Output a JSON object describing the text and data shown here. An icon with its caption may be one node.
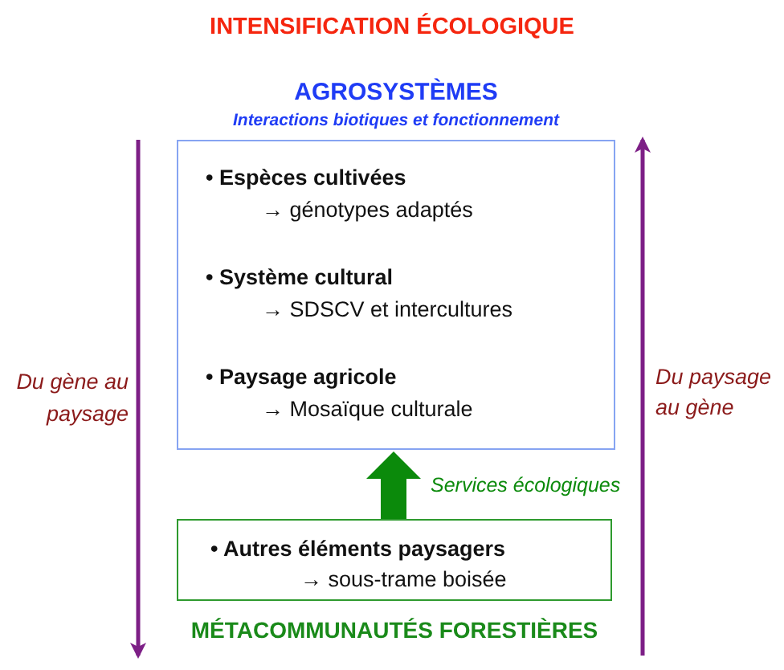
{
  "diagram": {
    "title": "INTENSIFICATION ÉCOLOGIQUE",
    "nodes": [
      {
        "text": [
          "AGROSYSTÈMES",
          "Interactions biotiques et fonctionnement",
          "• Espèces cultivées",
          "→ génotypes adaptés",
          "• Système cultural",
          "→ SDSCV et intercultures",
          "• Paysage agricole",
          "→ Mosaïque culturale"
        ]
      },
      {
        "text": [
          "• Autres éléments paysagers",
          "→ sous-trame boisée",
          "MÉTACOMMUNAUTÉS FORESTIÈRES"
        ]
      }
    ],
    "edges": [
      {
        "from": 1,
        "to": 0,
        "arrow": "to",
        "label": "Services écologiques",
        "color": "#0b8a0b"
      }
    ],
    "labels": [
      "Du gène au paysage",
      "Du paysage au gène"
    ]
  }
}
